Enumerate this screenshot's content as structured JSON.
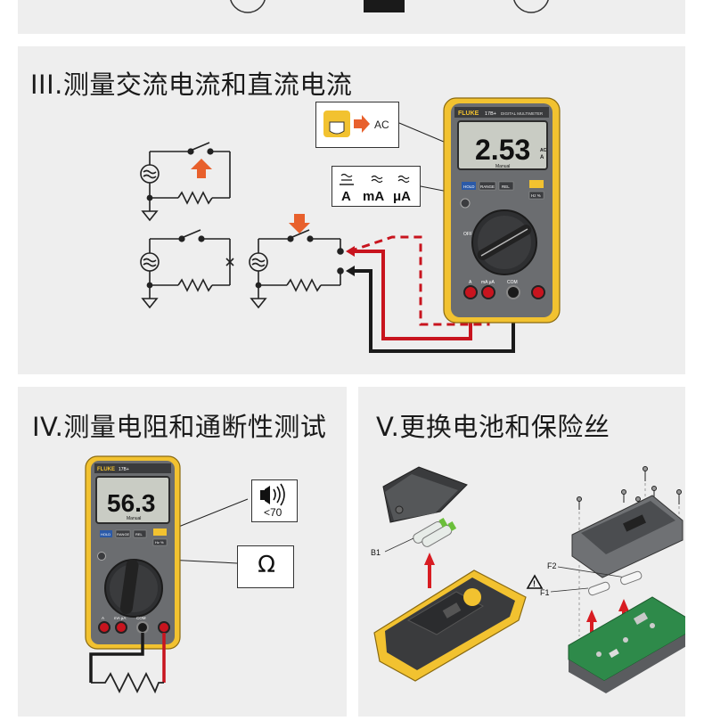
{
  "sections": {
    "section3": {
      "title": "III.测量交流电流和直流电流"
    },
    "section4": {
      "title": "IV.测量电阻和通断性测试"
    },
    "section5": {
      "title": "V.更换电池和保险丝"
    }
  },
  "meter": {
    "brand": "FLUKE",
    "model": "17B+",
    "subtitle": "DIGITAL MULTIMETER",
    "buttons": {
      "hold": "HOLD",
      "range": "RANGE",
      "rel": "REL",
      "hz": "Hz %"
    },
    "terminals": {
      "a": "A",
      "ma": "mA μA",
      "com": "COM"
    }
  },
  "display_current": {
    "value": "2.53",
    "mode": "Manual",
    "unit_ac": "AC",
    "unit_a": "A"
  },
  "display_resistance": {
    "value": "56.3",
    "mode": "Manual"
  },
  "callouts": {
    "ac_label": "AC",
    "current_units": [
      "A",
      "mA",
      "μA"
    ],
    "continuity_threshold": "<70",
    "ohm_symbol": "Ω"
  },
  "battery_fuse": {
    "b1": "B1",
    "f1": "F1",
    "f2": "F2"
  },
  "colors": {
    "panel_bg": "#eeeeee",
    "meter_body": "#f2c230",
    "red_lead": "#c8141e",
    "black_lead": "#1a1a1a",
    "arrow_orange": "#e8602c"
  }
}
